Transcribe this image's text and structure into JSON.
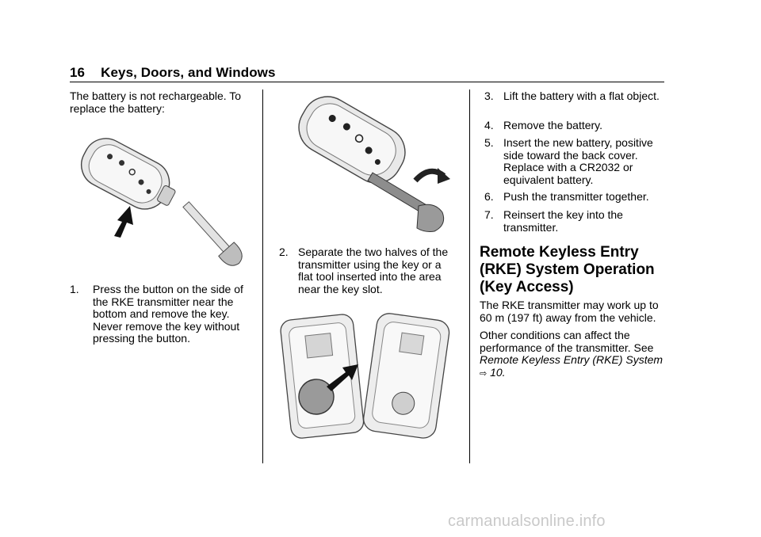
{
  "header": {
    "page_number": "16",
    "section_title": "Keys, Doors, and Windows"
  },
  "col1": {
    "intro": "The battery is not rechargeable. To replace the battery:",
    "step1": {
      "num": "1.",
      "text": "Press the button on the side of the RKE transmitter near the bottom and remove the key. Never remove the key without pressing the button."
    }
  },
  "col2": {
    "step2": {
      "num": "2.",
      "text": "Separate the two halves of the transmitter using the key or a flat tool inserted into the area near the key slot."
    }
  },
  "col3": {
    "steps": [
      {
        "num": "3.",
        "text": "Lift the battery with a flat object."
      },
      {
        "num": "4.",
        "text": "Remove the battery."
      },
      {
        "num": "5.",
        "text": "Insert the new battery, positive side toward the back cover. Replace with a CR2032 or equivalent battery."
      },
      {
        "num": "6.",
        "text": "Push the transmitter together."
      },
      {
        "num": "7.",
        "text": "Reinsert the key into the transmitter."
      }
    ],
    "heading": [
      "Remote Keyless Entry",
      "(RKE) System Operation",
      "(Key Access)"
    ],
    "para1": "The RKE transmitter may work up to 60 m (197 ft) away from the vehicle.",
    "para2_prefix": "Other conditions can affect the performance of the transmitter. See",
    "para2_ref": "Remote Keyless Entry (RKE) System",
    "para2_ref_symbol": "⇨",
    "para2_page": "10."
  },
  "footer": {
    "watermark": "carmanualsonline.info"
  }
}
